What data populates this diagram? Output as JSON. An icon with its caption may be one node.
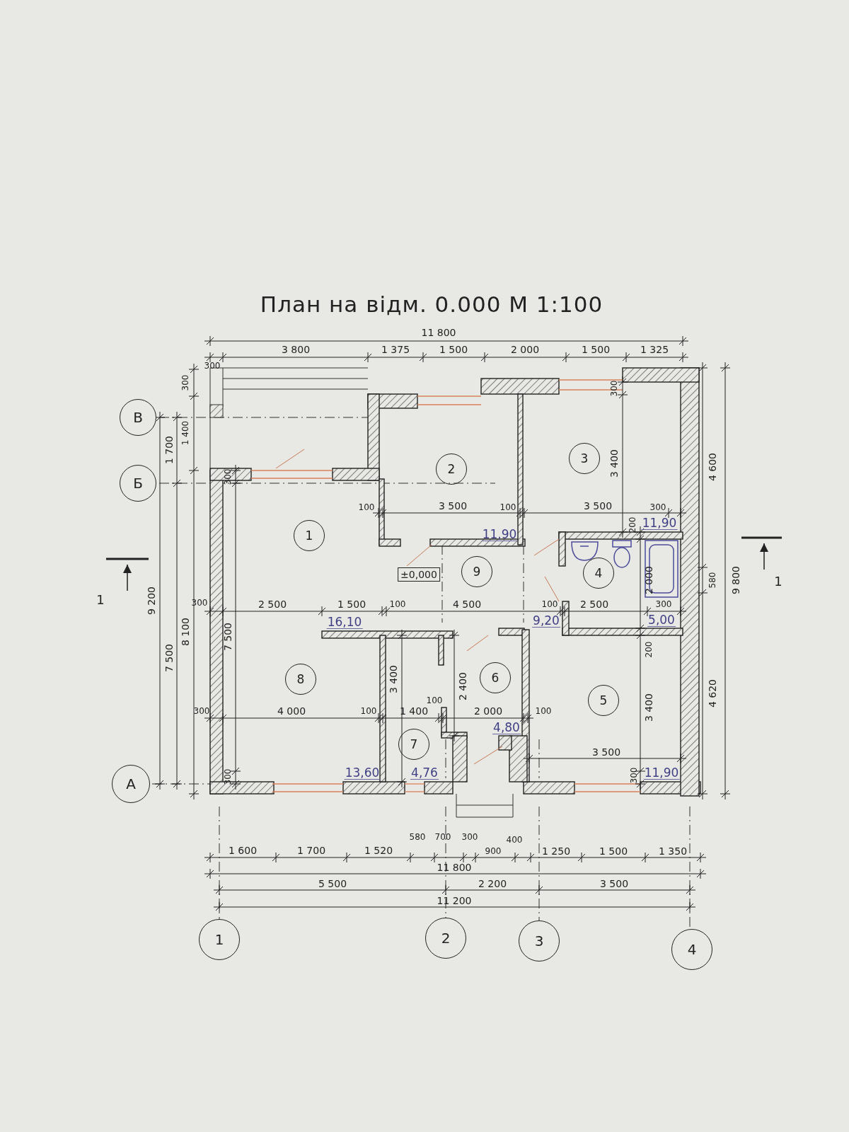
{
  "diagram": {
    "title": "План на відм. 0.000 М 1:100",
    "nodes": [
      {
        "text": [
          "1"
        ]
      },
      {
        "text": [
          "2"
        ]
      },
      {
        "text": [
          "3"
        ]
      },
      {
        "text": [
          "4"
        ]
      },
      {
        "text": [
          "5"
        ]
      },
      {
        "text": [
          "6"
        ]
      },
      {
        "text": [
          "7"
        ]
      },
      {
        "text": [
          "8"
        ]
      },
      {
        "text": [
          "9"
        ]
      },
      {
        "text": [
          "±0,000"
        ]
      },
      {
        "text": [
          "В"
        ]
      },
      {
        "text": [
          "Б"
        ]
      },
      {
        "text": [
          "А"
        ]
      },
      {
        "text": [
          "1"
        ]
      },
      {
        "text": [
          "2"
        ]
      },
      {
        "text": [
          "3"
        ]
      },
      {
        "text": [
          "4"
        ]
      }
    ],
    "edges": [],
    "labels": [
      "11 800",
      "3 800",
      "1 375",
      "1 500",
      "2 000",
      "1 500",
      "1 325",
      "300",
      "300",
      "1 400",
      "1 700",
      "300",
      "3 400",
      "4 600",
      "300",
      "100",
      "3 500",
      "100",
      "3 500",
      "300",
      "200",
      "11,90",
      "11,90",
      "9 200",
      "7 500",
      "8 100",
      "300",
      "7 500",
      "2 500",
      "1 500",
      "100",
      "16,10",
      "4 500",
      "100",
      "9,20",
      "2 500",
      "2 000",
      "300",
      "5,00",
      "580",
      "9 800",
      "200",
      "3 400",
      "2 400",
      "300",
      "4 000",
      "100",
      "1 400",
      "100",
      "2 000",
      "100",
      "4,80",
      "3 400",
      "4 620",
      "3 500",
      "300",
      "13,60",
      "4,76",
      "300",
      "11,90",
      "580",
      "700",
      "300",
      "400",
      "1 600",
      "1 700",
      "1 520",
      "900",
      "1 250",
      "1 500",
      "1 350",
      "11 800",
      "5 500",
      "2 200",
      "3 500",
      "11 200",
      "1",
      "1"
    ]
  }
}
